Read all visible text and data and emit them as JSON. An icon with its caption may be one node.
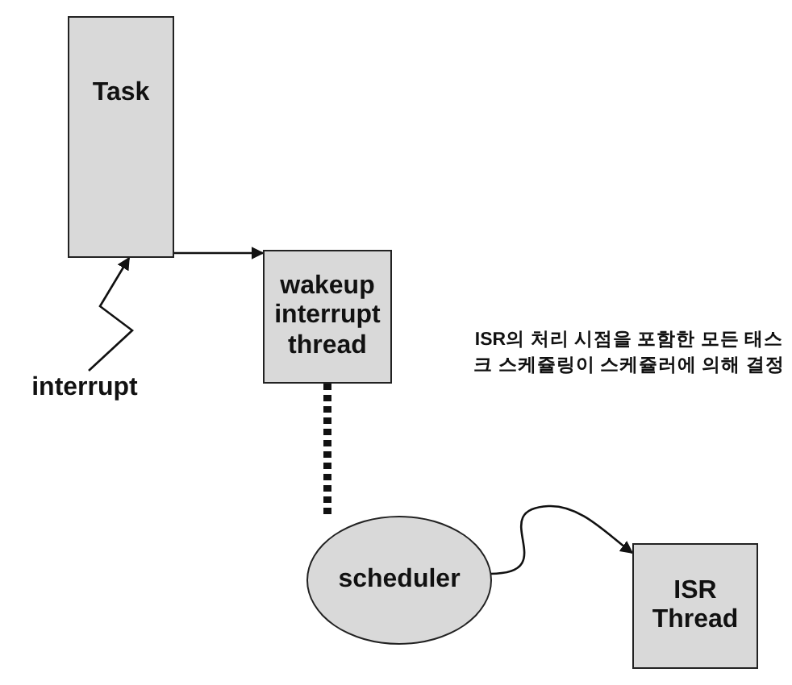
{
  "diagram": {
    "nodes": [
      {
        "text": [
          "Task"
        ]
      },
      {
        "text": [
          "wakeup interrupt thread"
        ]
      },
      {
        "text": [
          "interrupt"
        ]
      },
      {
        "text": [
          "scheduler"
        ]
      },
      {
        "text": [
          "ISR Thread"
        ]
      }
    ],
    "edges": [
      {
        "from": 0,
        "to": 1,
        "arrow": "to"
      },
      {
        "from": 2,
        "to": 0,
        "arrow": "to"
      },
      {
        "from": 1,
        "to": 3,
        "arrow": "none",
        "style": "dashed"
      },
      {
        "from": 3,
        "to": 4,
        "arrow": "to"
      }
    ],
    "labels": [
      "ISR의 처리 시점을 포함한 모든 태스크 스케쥴링이 스케쥴러에 의해 결정"
    ]
  }
}
